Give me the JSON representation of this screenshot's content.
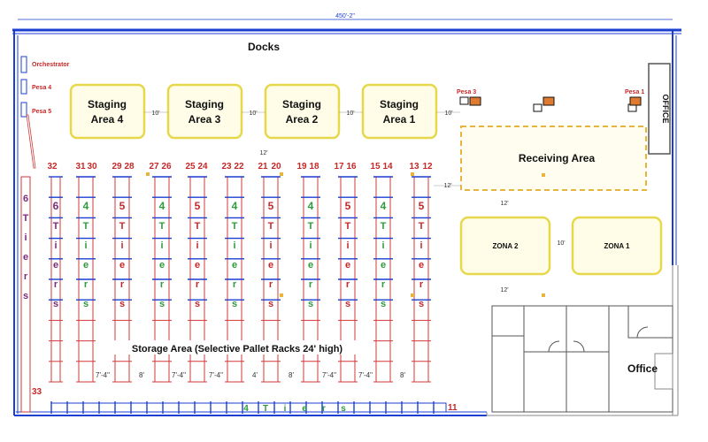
{
  "title_dim": "450'-2\"",
  "docks_label": "Docks",
  "orchestrator_label": "Orchestrator",
  "pesa_labels": [
    "Pesa 4",
    "Pesa 5",
    "Pesa 3",
    "Pesa 1"
  ],
  "office_vertical_label": "OFFICE",
  "staging_areas": [
    {
      "line1": "Staging",
      "line2": "Area 4"
    },
    {
      "line1": "Staging",
      "line2": "Area 3"
    },
    {
      "line1": "Staging",
      "line2": "Area 2"
    },
    {
      "line1": "Staging",
      "line2": "Area 1"
    }
  ],
  "gap_10": "10'",
  "gap_12": "12'",
  "receiving_label": "Receiving Area",
  "zona_1": "ZONA 1",
  "zona_2": "ZONA 2",
  "rack_numbers": [
    "32",
    "31",
    "30",
    "29",
    "28",
    "27",
    "26",
    "25",
    "24",
    "23",
    "22",
    "21",
    "20",
    "19",
    "18",
    "17",
    "16",
    "15",
    "14",
    "13",
    "12"
  ],
  "rack_33": "33",
  "rack_11": "11",
  "tier_columns": [
    {
      "digit": "6",
      "letters": [
        "T",
        "i",
        "e",
        "r",
        "s"
      ],
      "color": "purple"
    },
    {
      "digit": "4",
      "letters": [
        "T",
        "i",
        "e",
        "r",
        "s"
      ],
      "color": "green"
    },
    {
      "digit": "5",
      "letters": [
        "T",
        "i",
        "e",
        "r",
        "s"
      ],
      "color": "red"
    },
    {
      "digit": "4",
      "letters": [
        "T",
        "i",
        "e",
        "r",
        "s"
      ],
      "color": "green"
    },
    {
      "digit": "5",
      "letters": [
        "T",
        "i",
        "e",
        "r",
        "s"
      ],
      "color": "red"
    },
    {
      "digit": "4",
      "letters": [
        "T",
        "i",
        "e",
        "r",
        "s"
      ],
      "color": "green"
    },
    {
      "digit": "5",
      "letters": [
        "T",
        "i",
        "e",
        "r",
        "s"
      ],
      "color": "red"
    },
    {
      "digit": "4",
      "letters": [
        "T",
        "i",
        "e",
        "r",
        "s"
      ],
      "color": "green"
    },
    {
      "digit": "5",
      "letters": [
        "T",
        "i",
        "e",
        "r",
        "s"
      ],
      "color": "red"
    },
    {
      "digit": "4",
      "letters": [
        "T",
        "i",
        "e",
        "r",
        "s"
      ],
      "color": "green"
    },
    {
      "digit": "5",
      "letters": [
        "T",
        "i",
        "e",
        "r",
        "s"
      ],
      "color": "red"
    }
  ],
  "left_tier_letters": [
    "6",
    "T",
    "i",
    "e",
    "r",
    "s"
  ],
  "bottom_tier_text": [
    "4",
    "T",
    "i",
    "e",
    "r",
    "s"
  ],
  "aisle_dims": [
    "7'-4\"",
    "8'",
    "7'-4\"",
    "7'-4\"",
    "4'",
    "8'",
    "7'-4\"",
    "7'-4\"",
    "8'"
  ],
  "storage_label": "Storage Area (Selective Pallet Racks 24' high)",
  "office_label": "Office",
  "colors": {
    "wall": "#1a3fd1",
    "staging": "#e6d84a",
    "rack_red": "#d23a3a",
    "label_red": "#c62828",
    "label_green": "#2e9b3a"
  }
}
